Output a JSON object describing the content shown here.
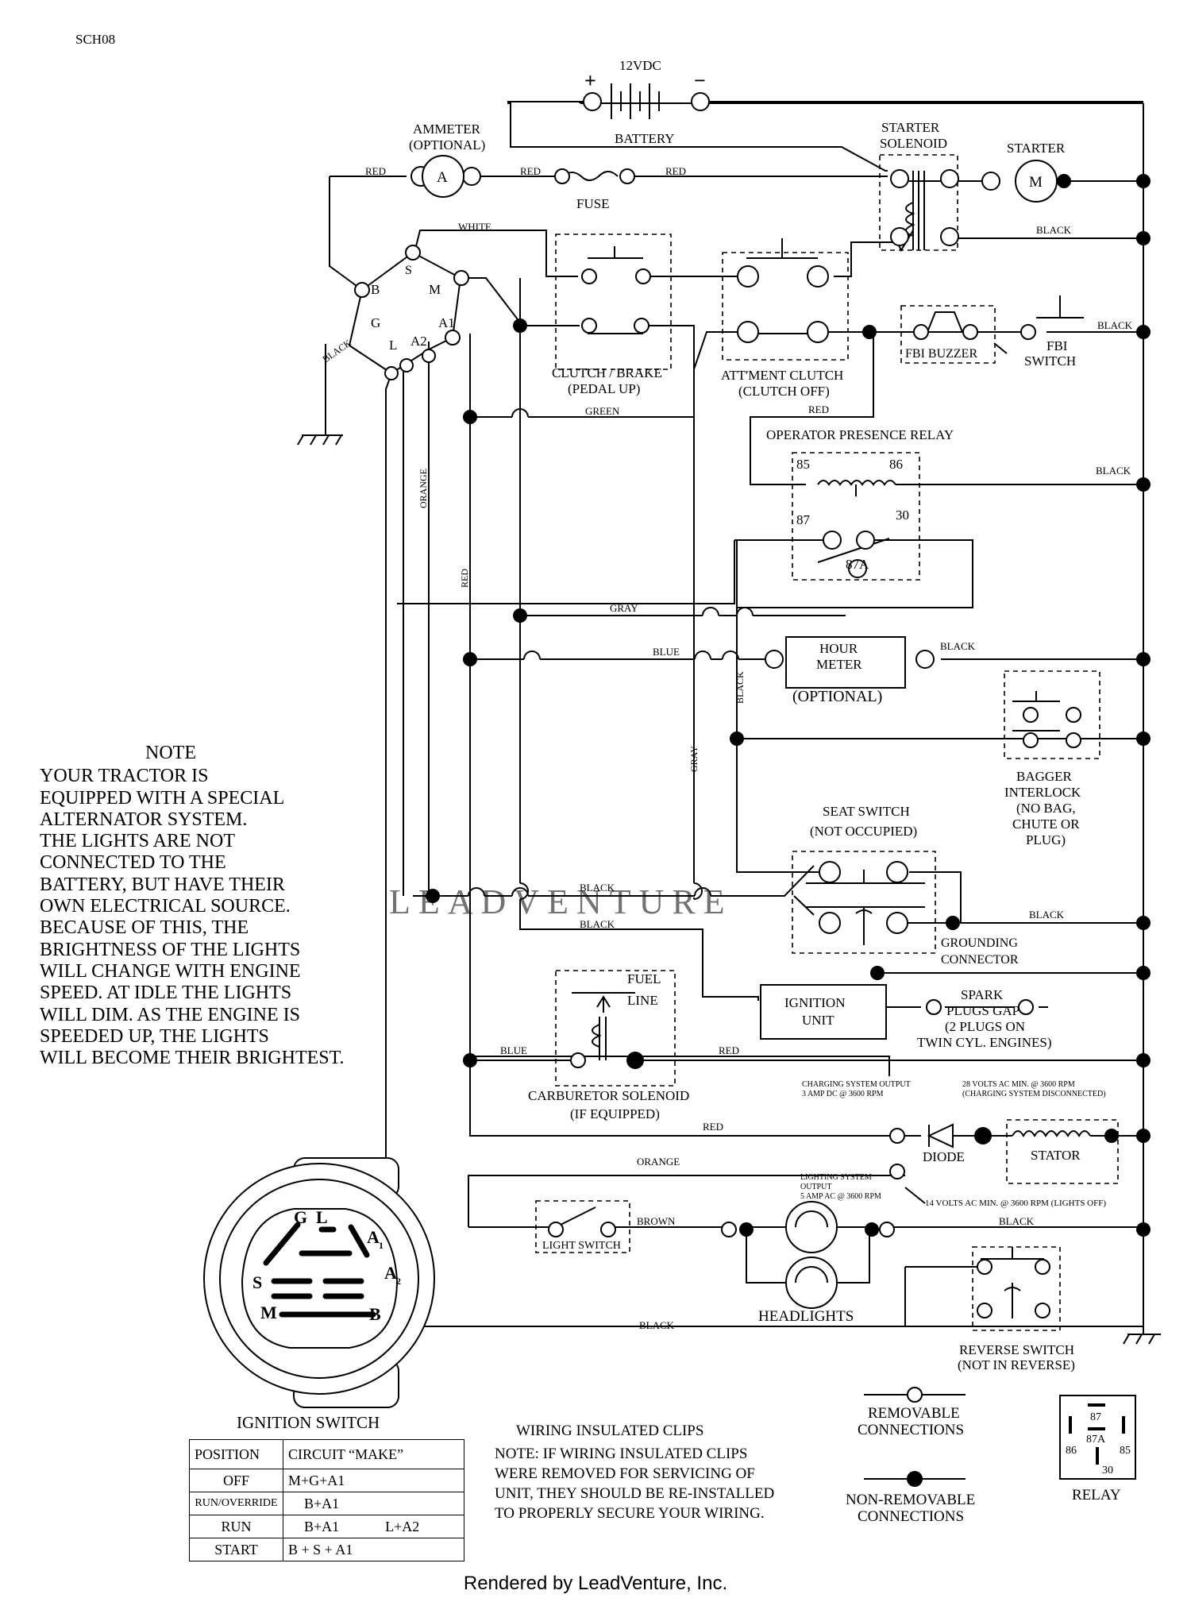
{
  "header": {
    "code": "SCH08"
  },
  "components": {
    "battery_voltage": "12VDC",
    "battery_plus": "+",
    "battery_minus": "−",
    "battery": "BATTERY",
    "ammeter_line1": "AMMETER",
    "ammeter_line2": "(OPTIONAL)",
    "ammeter_symbol": "A",
    "fuse": "FUSE",
    "starter_solenoid_line1": "STARTER",
    "starter_solenoid_line2": "SOLENOID",
    "starter": "STARTER",
    "starter_symbol": "M",
    "clutch_brake_line1": "CLUTCH / BRAKE",
    "clutch_brake_line2": "(PEDAL UP)",
    "attment_clutch_line1": "ATT'MENT CLUTCH",
    "attment_clutch_line2": "(CLUTCH OFF)",
    "fbi_buzzer": "FBI BUZZER",
    "fbi_switch_line1": "FBI",
    "fbi_switch_line2": "SWITCH",
    "operator_presence_relay": "OPERATOR PRESENCE RELAY",
    "relay_85": "85",
    "relay_86": "86",
    "relay_87": "87",
    "relay_30": "30",
    "relay_87a": "87A",
    "hour_meter_line1": "HOUR",
    "hour_meter_line2": "METER",
    "hour_meter_optional": "(OPTIONAL)",
    "bagger_line1": "BAGGER",
    "bagger_line2": "INTERLOCK",
    "bagger_line3": "(NO BAG,",
    "bagger_line4": "CHUTE OR",
    "bagger_line5": "PLUG)",
    "seat_switch_line1": "SEAT SWITCH",
    "seat_switch_line2": "(NOT OCCUPIED)",
    "grounding_line1": "GROUNDING",
    "grounding_line2": "CONNECTOR",
    "fuel_line1": "FUEL",
    "fuel_line2": "LINE",
    "carb_line1": "CARBURETOR SOLENOID",
    "carb_line2": "(IF EQUIPPED)",
    "ignition_unit_line1": "IGNITION",
    "ignition_unit_line2": "UNIT",
    "spark_line1": "SPARK",
    "spark_line2": "PLUGS GAP",
    "spark_line3": "(2 PLUGS ON",
    "spark_line4": "TWIN CYL. ENGINES)",
    "charging_output_line1": "CHARGING SYSTEM OUTPUT",
    "charging_output_line2": "3 AMP DC @ 3600 RPM",
    "volts28_line1": "28 VOLTS AC MIN. @ 3600 RPM",
    "volts28_line2": "(CHARGING SYSTEM DISCONNECTED)",
    "diode": "DIODE",
    "stator": "STATOR",
    "lighting_output_line1": "LIGHTING SYSTEM",
    "lighting_output_line2": "OUTPUT",
    "lighting_output_line3": "5 AMP AC @ 3600 RPM",
    "volts14": "14 VOLTS AC MIN. @ 3600 RPM (LIGHTS OFF)",
    "light_switch": "LIGHT SWITCH",
    "headlights": "HEADLIGHTS",
    "reverse_line1": "REVERSE SWITCH",
    "reverse_line2": "(NOT IN REVERSE)",
    "ignition_switch": "IGNITION SWITCH",
    "terminal_b": "B",
    "terminal_s": "S",
    "terminal_m": "M",
    "terminal_g": "G",
    "terminal_l": "L",
    "terminal_a2": "A2",
    "terminal_a1": "A1",
    "plug_g": "G",
    "plug_l": "L",
    "plug_a1": "A",
    "plug_a1_sub": "1",
    "plug_s": "S",
    "plug_a2": "A",
    "plug_a2_sub": "2",
    "plug_m": "M",
    "plug_b": "B"
  },
  "wires": {
    "red1": "RED",
    "red2": "RED",
    "red3": "RED",
    "white": "WHITE",
    "black_starter": "BLACK",
    "black_fbi": "BLACK",
    "black_ign": "BLACK",
    "green": "GREEN",
    "red_relay": "RED",
    "black_relay": "BLACK",
    "orange_v": "ORANGE",
    "red_v": "RED",
    "gray": "GRAY",
    "blue_hour": "BLUE",
    "black_hour": "BLACK",
    "black_v": "BLACK",
    "gray_v": "GRAY",
    "black_seat1": "BLACK",
    "black_seat2": "BLACK",
    "black_ground": "BLACK",
    "blue_carb": "BLUE",
    "red_carb": "RED",
    "red_diode": "RED",
    "orange_light": "ORANGE",
    "brown": "BROWN",
    "black_head": "BLACK",
    "black_bottom": "BLACK"
  },
  "note": {
    "title": "NOTE",
    "lines": [
      "YOUR TRACTOR IS",
      "EQUIPPED WITH A SPECIAL",
      "ALTERNATOR SYSTEM.",
      "THE LIGHTS ARE NOT",
      "CONNECTED TO THE",
      "BATTERY, BUT HAVE THEIR",
      "OWN ELECTRICAL SOURCE.",
      "BECAUSE OF THIS, THE",
      "BRIGHTNESS OF THE LIGHTS",
      "WILL CHANGE WITH ENGINE",
      "SPEED.  AT IDLE THE LIGHTS",
      "WILL DIM.  AS THE ENGINE IS",
      "SPEEDED UP, THE LIGHTS",
      "WILL BECOME THEIR BRIGHTEST."
    ]
  },
  "ignition_table": {
    "headers": [
      "POSITION",
      "CIRCUIT    “MAKE”"
    ],
    "rows": [
      [
        "OFF",
        "M+G+A1",
        ""
      ],
      [
        "RUN/OVERRIDE",
        "B+A1",
        ""
      ],
      [
        "RUN",
        "B+A1",
        "L+A2"
      ],
      [
        "START",
        "B + S + A1",
        ""
      ]
    ]
  },
  "clips": {
    "title": "WIRING INSULATED CLIPS",
    "lines": [
      "NOTE:  IF WIRING INSULATED CLIPS",
      "WERE REMOVED FOR SERVICING OF",
      " UNIT, THEY SHOULD BE RE-INSTALLED",
      "TO PROPERLY SECURE YOUR WIRING."
    ]
  },
  "legend": {
    "removable_line1": "REMOVABLE",
    "removable_line2": "CONNECTIONS",
    "nonremovable_line1": "NON-REMOVABLE",
    "nonremovable_line2": "CONNECTIONS",
    "relay": "RELAY",
    "relay_87": "87",
    "relay_87a": "87A",
    "relay_86": "86",
    "relay_85": "85",
    "relay_30": "30"
  },
  "watermark": "LEADVENTURE",
  "footer": "Rendered by LeadVenture, Inc."
}
